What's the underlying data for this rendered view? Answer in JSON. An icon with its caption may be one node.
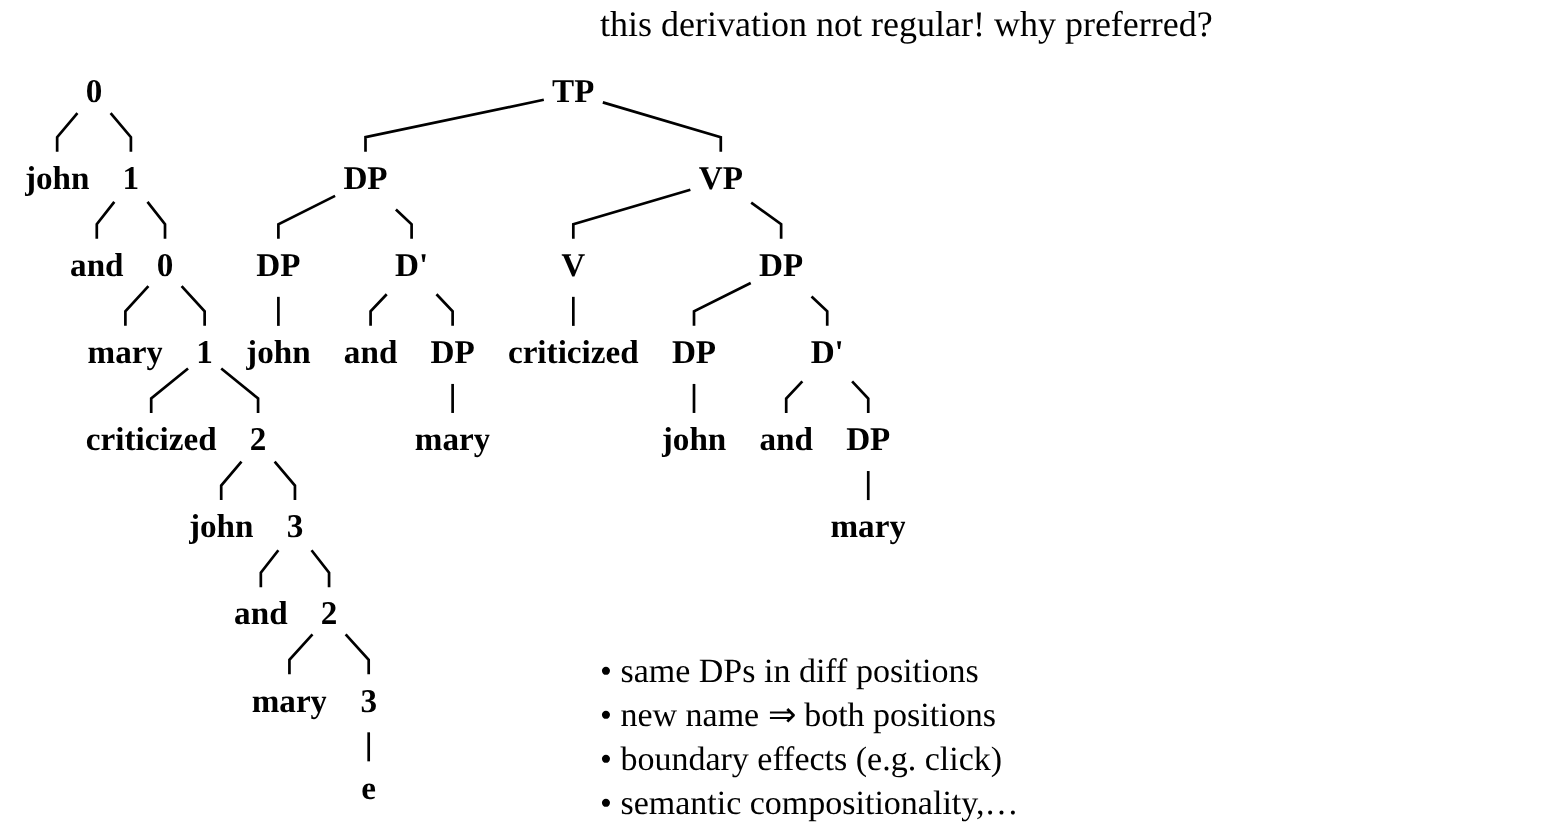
{
  "diagram": {
    "nodes": [
      {
        "text": [
          "0"
        ]
      },
      {
        "text": [
          "john"
        ]
      },
      {
        "text": [
          "1"
        ]
      },
      {
        "text": [
          "and"
        ]
      },
      {
        "text": [
          "0"
        ]
      },
      {
        "text": [
          "mary"
        ]
      },
      {
        "text": [
          "1"
        ]
      },
      {
        "text": [
          "criticized"
        ]
      },
      {
        "text": [
          "2"
        ]
      },
      {
        "text": [
          "john"
        ]
      },
      {
        "text": [
          "3"
        ]
      },
      {
        "text": [
          "and"
        ]
      },
      {
        "text": [
          "2"
        ]
      },
      {
        "text": [
          "mary"
        ]
      },
      {
        "text": [
          "3"
        ]
      },
      {
        "text": [
          "e"
        ]
      },
      {
        "text": [
          "TP"
        ]
      },
      {
        "text": [
          "DP"
        ]
      },
      {
        "text": [
          "DP"
        ]
      },
      {
        "text": [
          "john"
        ]
      },
      {
        "text": [
          "D'"
        ]
      },
      {
        "text": [
          "and"
        ]
      },
      {
        "text": [
          "DP"
        ]
      },
      {
        "text": [
          "mary"
        ]
      },
      {
        "text": [
          "VP"
        ]
      },
      {
        "text": [
          "V"
        ]
      },
      {
        "text": [
          "criticized"
        ]
      },
      {
        "text": [
          "DP"
        ]
      },
      {
        "text": [
          "DP"
        ]
      },
      {
        "text": [
          "john"
        ]
      },
      {
        "text": [
          "D'"
        ]
      },
      {
        "text": [
          "and"
        ]
      },
      {
        "text": [
          "DP"
        ]
      },
      {
        "text": [
          "mary"
        ]
      }
    ],
    "edges": [
      {
        "from": 0,
        "to": 1,
        "arrow": "none"
      },
      {
        "from": 0,
        "to": 2,
        "arrow": "none"
      },
      {
        "from": 2,
        "to": 3,
        "arrow": "none"
      },
      {
        "from": 2,
        "to": 4,
        "arrow": "none"
      },
      {
        "from": 4,
        "to": 5,
        "arrow": "none"
      },
      {
        "from": 4,
        "to": 6,
        "arrow": "none"
      },
      {
        "from": 6,
        "to": 7,
        "arrow": "none"
      },
      {
        "from": 6,
        "to": 8,
        "arrow": "none"
      },
      {
        "from": 8,
        "to": 9,
        "arrow": "none"
      },
      {
        "from": 8,
        "to": 10,
        "arrow": "none"
      },
      {
        "from": 10,
        "to": 11,
        "arrow": "none"
      },
      {
        "from": 10,
        "to": 12,
        "arrow": "none"
      },
      {
        "from": 12,
        "to": 13,
        "arrow": "none"
      },
      {
        "from": 12,
        "to": 14,
        "arrow": "none"
      },
      {
        "from": 14,
        "to": 15,
        "arrow": "none"
      },
      {
        "from": 16,
        "to": 17,
        "arrow": "none"
      },
      {
        "from": 17,
        "to": 18,
        "arrow": "none"
      },
      {
        "from": 18,
        "to": 19,
        "arrow": "none"
      },
      {
        "from": 17,
        "to": 20,
        "arrow": "none"
      },
      {
        "from": 20,
        "to": 21,
        "arrow": "none"
      },
      {
        "from": 20,
        "to": 22,
        "arrow": "none"
      },
      {
        "from": 22,
        "to": 23,
        "arrow": "none"
      },
      {
        "from": 16,
        "to": 24,
        "arrow": "none"
      },
      {
        "from": 24,
        "to": 25,
        "arrow": "none"
      },
      {
        "from": 25,
        "to": 26,
        "arrow": "none"
      },
      {
        "from": 24,
        "to": 27,
        "arrow": "none"
      },
      {
        "from": 27,
        "to": 28,
        "arrow": "none"
      },
      {
        "from": 28,
        "to": 29,
        "arrow": "none"
      },
      {
        "from": 27,
        "to": 30,
        "arrow": "none"
      },
      {
        "from": 30,
        "to": 31,
        "arrow": "none"
      },
      {
        "from": 30,
        "to": 32,
        "arrow": "none"
      },
      {
        "from": 32,
        "to": 33,
        "arrow": "none"
      }
    ],
    "labels": [
      "this derivation not regular! why preferred?",
      "• same DPs in diff positions",
      "• new name ⇒ both positions",
      "• boundary effects (e.g. click)",
      "• semantic compositionality,…"
    ]
  }
}
